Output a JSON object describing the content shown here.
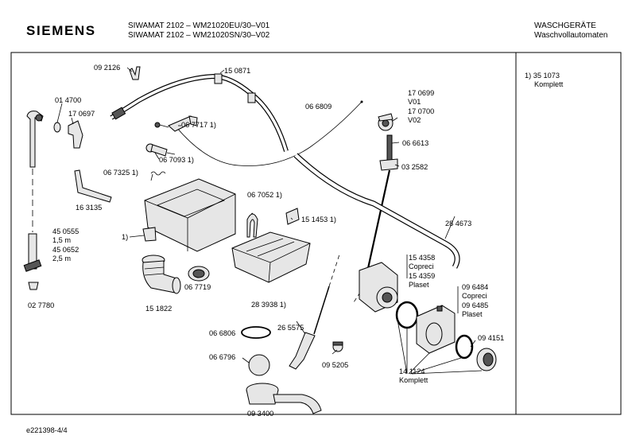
{
  "header": {
    "brand": "SIEMENS",
    "model_line_1": "SIWAMAT 2102 – WM21020EU/30–V01",
    "model_line_2": "SIWAMAT 2102 – WM21020SN/30–V02",
    "category_1": "WASCHGERÄTE",
    "category_2": "Waschvollautomaten"
  },
  "footnote": {
    "line_1": "1) 35 1073",
    "line_2": "Komplett"
  },
  "footer": {
    "drawing_id": "e221398-4/4"
  },
  "labels": {
    "p092126": "09 2126",
    "p150871": "15 0871",
    "p014700": "01 4700",
    "p170697": "17 0697",
    "p066809": "06 6809",
    "p170699": "17 0699",
    "v01": "V01",
    "p170700": "17 0700",
    "v02": "V02",
    "p067717": "06 7717 1)",
    "p067093": "06 7093 1)",
    "p066613": "06 6613",
    "p032582": "03 2582",
    "p067325": "06 7325 1)",
    "p163135": "16 3135",
    "p067052": "06 7052 1)",
    "p151453": "15 1453 1)",
    "p284673": "28 4673",
    "drawer_1": "1)",
    "p450555": "45 0555",
    "len15": "1,5 m",
    "p450652": "45 0652",
    "len25": "2,5 m",
    "p154358": "15 4358",
    "copreci_1": "Copreci",
    "p154359": "15 4359",
    "plaset_1": "Plaset",
    "p096484": "09 6484",
    "copreci_2": "Copreci",
    "p096485": "09 6485",
    "plaset_2": "Plaset",
    "p027780": "02 7780",
    "p151822": "15 1822",
    "p067719": "06 7719",
    "p283938": "28 3938 1)",
    "p066806": "06 6806",
    "p265575": "26 5575",
    "p094151": "09 4151",
    "p066796": "06 6796",
    "p095205": "09 5205",
    "p141124": "14 1124",
    "komplett": "Komplett",
    "p093400": "09 3400"
  }
}
